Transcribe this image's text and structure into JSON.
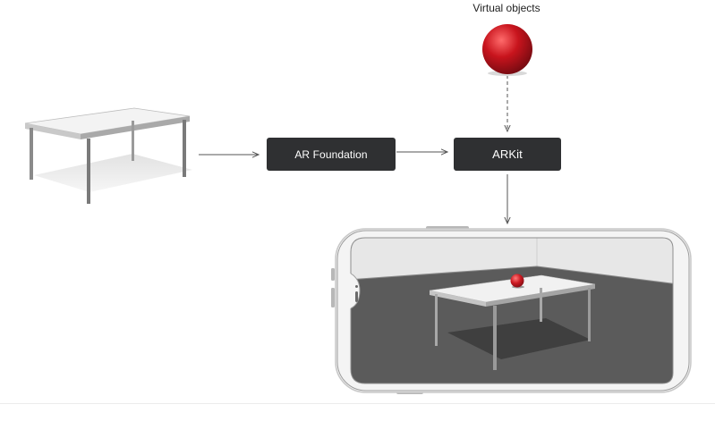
{
  "diagram": {
    "virtual_objects_label": "Virtual objects",
    "ar_foundation_label": "AR Foundation",
    "arkit_label": "ARKit"
  },
  "colors": {
    "box_fill": "#2f3032",
    "box_text": "#ffffff",
    "sphere": "#c0161f",
    "floor": "#5a5a5a",
    "wall": "#e6e6e6",
    "table_top": "#f2f2f2",
    "arrow": "#555555"
  },
  "icons": {
    "real_table": "table-illustration",
    "virtual_object": "red-sphere",
    "device": "smartphone-landscape"
  }
}
